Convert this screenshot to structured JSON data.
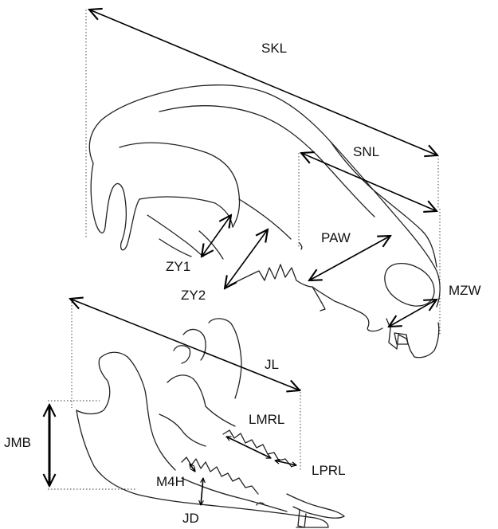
{
  "labels": {
    "skl": "SKL",
    "snl": "SNL",
    "paw": "PAW",
    "zy1": "ZY1",
    "zy2": "ZY2",
    "mzw": "MZW",
    "jl": "JL",
    "jmb": "JMB",
    "lmrl": "LMRL",
    "lprl": "LPRL",
    "m4h": "M4H",
    "jd": "JD"
  },
  "colors": {
    "line": "#000000",
    "outline": "#222222",
    "background": "#ffffff"
  }
}
